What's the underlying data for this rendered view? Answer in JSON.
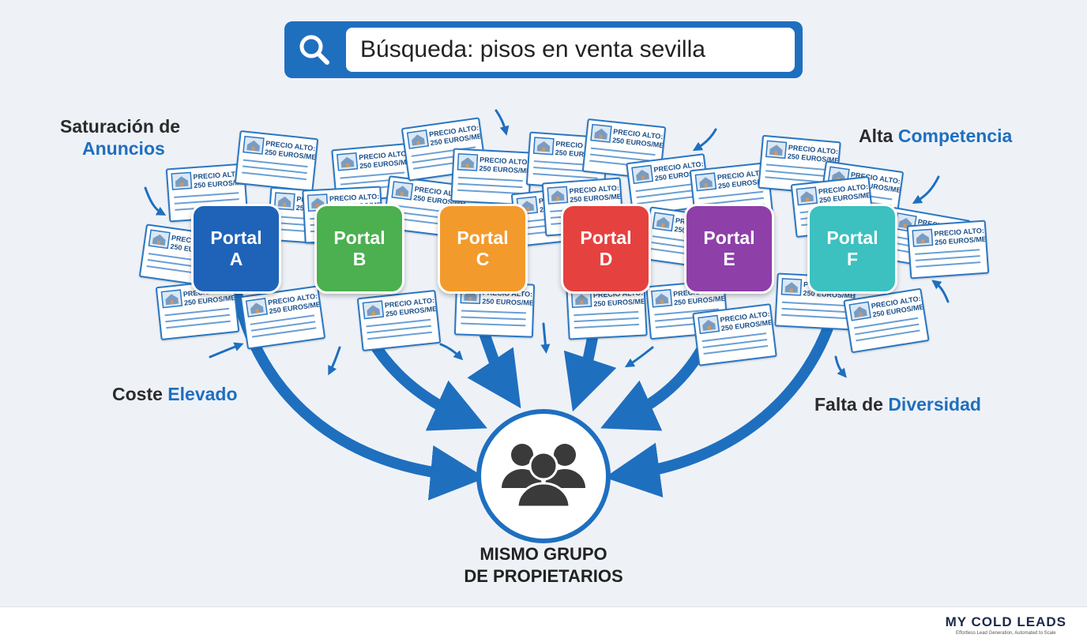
{
  "search": {
    "text": "Búsqueda: pisos en venta sevilla"
  },
  "labels": {
    "saturation": {
      "line1": "Saturación de",
      "line2": "Anuncios"
    },
    "competition": {
      "plain": "Alta ",
      "highlight": "Competencia"
    },
    "cost": {
      "plain": "Coste ",
      "highlight": "Elevado"
    },
    "diversity": {
      "plain": "Falta de ",
      "highlight": "Diversidad"
    }
  },
  "portals": [
    {
      "word": "Portal",
      "letter": "A",
      "color": "#1f63b8"
    },
    {
      "word": "Portal",
      "letter": "B",
      "color": "#4caf50"
    },
    {
      "word": "Portal",
      "letter": "C",
      "color": "#f39a2c"
    },
    {
      "word": "Portal",
      "letter": "D",
      "color": "#e5413f"
    },
    {
      "word": "Portal",
      "letter": "E",
      "color": "#8e3fa8"
    },
    {
      "word": "Portal",
      "letter": "F",
      "color": "#3cc0c0"
    }
  ],
  "card_text": {
    "line1": "PRECIO ALTO:",
    "line2": "250 EUROS/MES"
  },
  "center": {
    "line1": "MISMO GRUPO",
    "line2": "DE PROPIETARIOS"
  },
  "logo": {
    "name": "MY COLD LEADS",
    "tagline": "Effortless Lead Generation, Automated to Scale"
  },
  "colors": {
    "accent": "#1f6fbf",
    "background": "#eef2f7",
    "text": "#2b2b2b"
  }
}
